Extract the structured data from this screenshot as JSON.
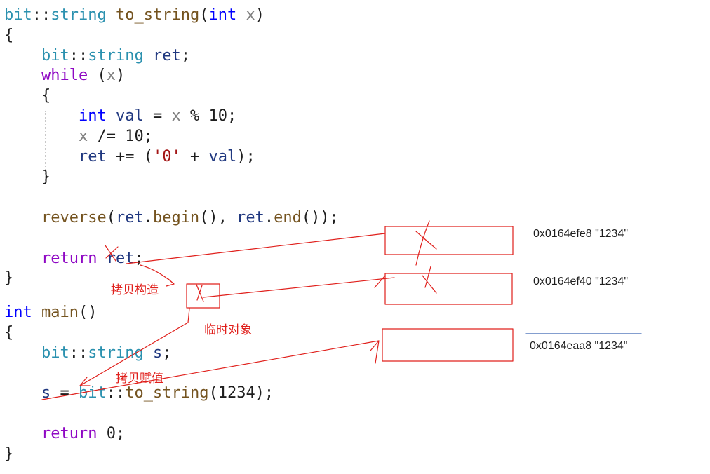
{
  "code": {
    "lines": [
      [
        [
          "type",
          "bit"
        ],
        [
          "plain",
          "::"
        ],
        [
          "type",
          "string"
        ],
        [
          "plain",
          " "
        ],
        [
          "function",
          "to_string"
        ],
        [
          "plain",
          "("
        ],
        [
          "keyword",
          "int"
        ],
        [
          "plain",
          " "
        ],
        [
          "param",
          "x"
        ],
        [
          "plain",
          ")"
        ]
      ],
      [
        [
          "plain",
          "{"
        ]
      ],
      [
        [
          "plain",
          "    "
        ],
        [
          "type",
          "bit"
        ],
        [
          "plain",
          "::"
        ],
        [
          "type",
          "string"
        ],
        [
          "plain",
          " "
        ],
        [
          "local",
          "ret"
        ],
        [
          "plain",
          ";"
        ]
      ],
      [
        [
          "plain",
          "    "
        ],
        [
          "control",
          "while"
        ],
        [
          "plain",
          " ("
        ],
        [
          "param",
          "x"
        ],
        [
          "plain",
          ")"
        ]
      ],
      [
        [
          "plain",
          "    {"
        ]
      ],
      [
        [
          "plain",
          "        "
        ],
        [
          "keyword",
          "int"
        ],
        [
          "plain",
          " "
        ],
        [
          "local",
          "val"
        ],
        [
          "plain",
          " = "
        ],
        [
          "param",
          "x"
        ],
        [
          "plain",
          " % "
        ],
        [
          "plain",
          "10"
        ],
        [
          "plain",
          ";"
        ]
      ],
      [
        [
          "plain",
          "        "
        ],
        [
          "param",
          "x"
        ],
        [
          "plain",
          " /= "
        ],
        [
          "plain",
          "10"
        ],
        [
          "plain",
          ";"
        ]
      ],
      [
        [
          "plain",
          "        "
        ],
        [
          "local",
          "ret"
        ],
        [
          "plain",
          " += ("
        ],
        [
          "string",
          "'0'"
        ],
        [
          "plain",
          " + "
        ],
        [
          "local",
          "val"
        ],
        [
          "plain",
          ");"
        ]
      ],
      [
        [
          "plain",
          "    }"
        ]
      ],
      [
        [
          "plain",
          ""
        ]
      ],
      [
        [
          "plain",
          "    "
        ],
        [
          "function",
          "reverse"
        ],
        [
          "plain",
          "("
        ],
        [
          "local",
          "ret"
        ],
        [
          "plain",
          "."
        ],
        [
          "function",
          "begin"
        ],
        [
          "plain",
          "(), "
        ],
        [
          "local",
          "ret"
        ],
        [
          "plain",
          "."
        ],
        [
          "function",
          "end"
        ],
        [
          "plain",
          "());"
        ]
      ],
      [
        [
          "plain",
          ""
        ]
      ],
      [
        [
          "plain",
          "    "
        ],
        [
          "control",
          "return"
        ],
        [
          "plain",
          " "
        ],
        [
          "local",
          "ret"
        ],
        [
          "plain",
          ";"
        ]
      ],
      [
        [
          "plain",
          "}"
        ]
      ],
      [
        [
          "plain",
          ""
        ]
      ],
      [
        [
          "keyword",
          "int"
        ],
        [
          "plain",
          " "
        ],
        [
          "function",
          "main"
        ],
        [
          "plain",
          "()"
        ]
      ],
      [
        [
          "plain",
          "{"
        ]
      ],
      [
        [
          "plain",
          "    "
        ],
        [
          "type",
          "bit"
        ],
        [
          "plain",
          "::"
        ],
        [
          "type",
          "string"
        ],
        [
          "plain",
          " "
        ],
        [
          "local",
          "s"
        ],
        [
          "plain",
          ";"
        ]
      ],
      [
        [
          "plain",
          ""
        ]
      ],
      [
        [
          "plain",
          "    "
        ],
        [
          "local",
          "s"
        ],
        [
          "plain",
          " = "
        ],
        [
          "type",
          "bit"
        ],
        [
          "plain",
          "::"
        ],
        [
          "function",
          "to_string"
        ],
        [
          "plain",
          "("
        ],
        [
          "plain",
          "1234"
        ],
        [
          "plain",
          ");"
        ]
      ],
      [
        [
          "plain",
          ""
        ]
      ],
      [
        [
          "plain",
          "    "
        ],
        [
          "control",
          "return"
        ],
        [
          "plain",
          " "
        ],
        [
          "plain",
          "0"
        ],
        [
          "plain",
          ";"
        ]
      ],
      [
        [
          "plain",
          "}"
        ]
      ]
    ]
  },
  "annotations": {
    "copy_construct": "拷贝构造",
    "temp_object": "临时对象",
    "copy_assign": "拷贝赋值"
  },
  "memory": {
    "box1_addr": "0x0164efe8 \"1234\"",
    "box2_addr": "0x0164ef40 \"1234\"",
    "box3_addr": "0x0164eaa8 \"1234\""
  },
  "colors": {
    "annotation_red": "#e0201c",
    "keyword_blue": "#0000ff",
    "control_purple": "#8f08c4",
    "type_teal": "#2b91af",
    "function_brown": "#74531f",
    "param_gray": "#808080",
    "local_navy": "#1f377f",
    "string_red": "#a31515"
  }
}
